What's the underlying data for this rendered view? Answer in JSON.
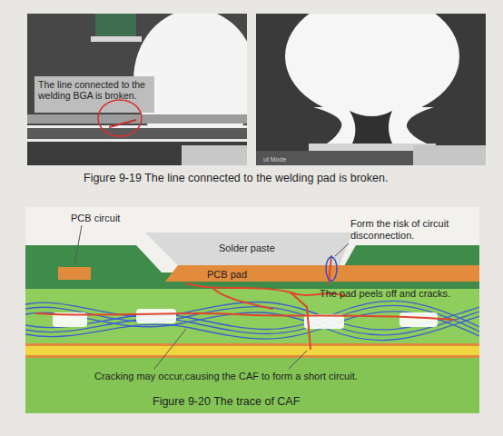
{
  "diagram": {
    "nodes": [
      {
        "text": [
          "Solder paste"
        ]
      },
      {
        "text": [
          "PCB pad"
        ]
      }
    ],
    "labels": [
      "The line connected to the welding BGA is broken.",
      "ut Mode",
      "Figure 9-19 The line connected to the welding pad is broken.",
      "PCB circuit",
      "Form the risk of circuit disconnection.",
      "The pad peels off and cracks.",
      "Cracking may occur,causing the CAF to form a short circuit.",
      "Figure 9-20 The trace of CAF"
    ]
  }
}
